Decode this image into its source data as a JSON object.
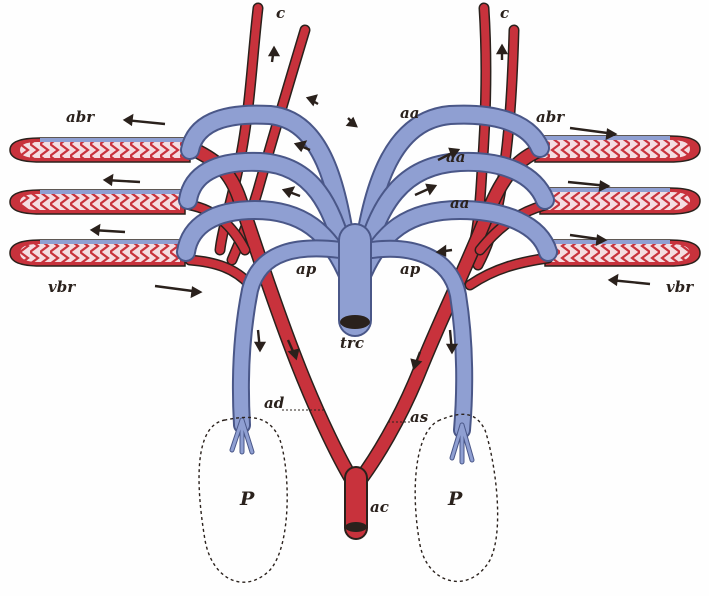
{
  "labels": {
    "c_left": "c",
    "c_right": "c",
    "abr_left": "abr",
    "abr_right": "abr",
    "aa_1": "aa",
    "aa_2": "aa",
    "aa_3": "aa",
    "vbr_left": "vbr",
    "vbr_right": "vbr",
    "ap_left": "ap",
    "ap_right": "ap",
    "trc": "trc",
    "ad": "ad",
    "as": "as",
    "ac": "ac",
    "P_left": "P",
    "P_right": "P"
  },
  "colors": {
    "artery": "#c8323c",
    "artery_dark": "#8e1e28",
    "vein": "#8f9fd2",
    "vein_dark": "#4a5788",
    "outline": "#2a211c",
    "gill_fill": "#f3d7dc",
    "background": "#fefefe"
  }
}
